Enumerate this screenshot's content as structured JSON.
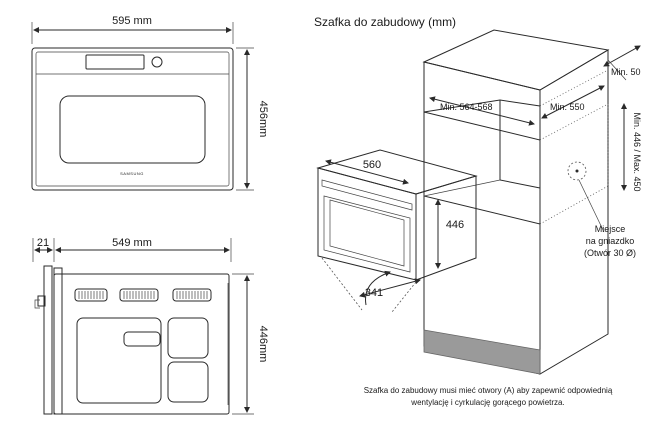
{
  "front_view": {
    "width_label": "595 mm",
    "height_label": "456mm",
    "brand": "SAMSUNG"
  },
  "side_view": {
    "depth_front_label": "21",
    "depth_label": "549 mm",
    "height_label": "446mm"
  },
  "cabinet": {
    "title": "Szafka do zabudowy (mm)",
    "min_depth_label": "Min. 564-568",
    "min_width_label": "Min. 550",
    "min_gap_label": "Min. 50",
    "niche_height_label": "Min. 446 / Max. 450",
    "oven_width_label": "560",
    "oven_height_label": "446",
    "door_swing_label": "341",
    "socket_label_1": "Miejsce",
    "socket_label_2": "na gniazdko",
    "socket_label_3": "(Otwór 30 Ø)",
    "note_line_1": "Szafka do zabudowy musi mieć otwory (A) aby zapewnić odpowiednią",
    "note_line_2": "wentylację i cyrkulację gorącego powietrza."
  },
  "colors": {
    "line": "#2a2a2a",
    "cabinet_fill": "#f6f6f6",
    "plinth": "#9a9a9a"
  }
}
